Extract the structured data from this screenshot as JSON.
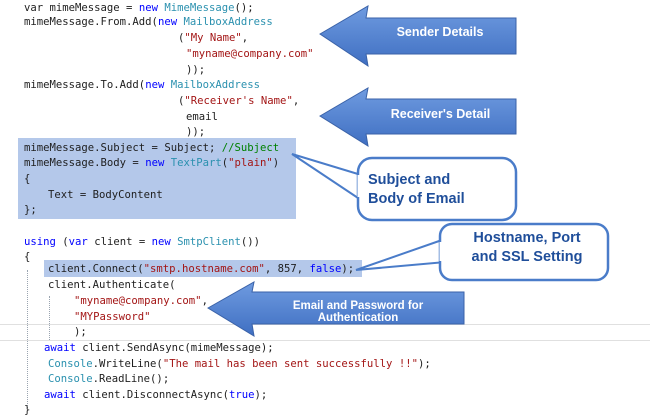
{
  "code": {
    "l01": {
      "a": "var mimeMessage = ",
      "b": "new ",
      "c": "MimeMessage",
      "d": "();"
    },
    "l02": {
      "a": "mimeMessage.From.Add(",
      "b": "new ",
      "c": "MailboxAddress"
    },
    "l03": {
      "a": "(",
      "b": "\"My Name\"",
      "c": ","
    },
    "l04": {
      "a": "\"myname@company.com\""
    },
    "l05": {
      "a": "));"
    },
    "l06": {
      "a": "mimeMessage.To.Add(",
      "b": "new ",
      "c": "MailboxAddress"
    },
    "l07": {
      "a": "(",
      "b": "\"Receiver's Name\"",
      "c": ","
    },
    "l08": {
      "a": "email"
    },
    "l09": {
      "a": "));"
    },
    "l10": {
      "a": "mimeMessage.Subject = Subject; ",
      "b": "//Subject"
    },
    "l11": {
      "a": "mimeMessage.Body = ",
      "b": "new ",
      "c": "TextPart",
      "d": "(",
      "e": "\"plain\"",
      "f": ")"
    },
    "l12": {
      "a": "{"
    },
    "l13": {
      "a": "Text = BodyContent"
    },
    "l14": {
      "a": "};"
    },
    "l15": {
      "a": "using ",
      "b": "(",
      "c": "var ",
      "d": "client = ",
      "e": "new ",
      "f": "SmtpClient",
      "g": "())"
    },
    "l16": {
      "a": "{"
    },
    "l17": {
      "a": "client.Connect(",
      "b": "\"smtp.hostname.com\"",
      "c": ", 857, ",
      "d": "false",
      "e": ");"
    },
    "l18": {
      "a": "client.Authenticate("
    },
    "l19": {
      "a": "\"myname@company.com\"",
      "b": ","
    },
    "l20": {
      "a": "\"MYPassword\""
    },
    "l21": {
      "a": ");"
    },
    "l22": {
      "a": "await ",
      "b": "client.SendAsync(mimeMessage);"
    },
    "l23": {
      "a": "Console",
      "b": ".WriteLine(",
      "c": "\"The mail has been sent successfully !!\"",
      "d": ");"
    },
    "l24": {
      "a": "Console",
      "b": ".ReadLine();"
    },
    "l25": {
      "a": "await ",
      "b": "client.DisconnectAsync(",
      "c": "true",
      "d": ");"
    },
    "l26": {
      "a": "}"
    }
  },
  "annotations": {
    "sender": "Sender Details",
    "receiver": "Receiver's Detail",
    "subject_line1": "Subject and",
    "subject_line2": "Body of Email",
    "host_line1": "Hostname, Port",
    "host_line2": "and SSL Setting",
    "auth": "Email and Password for Authentication"
  },
  "colors": {
    "keyword": "#0000ff",
    "type": "#2b91af",
    "string": "#a31515",
    "comment": "#008000",
    "highlight": "#b4c8ea",
    "arrow_fill": "#4f7fd0",
    "callout_text": "#1f4e9a"
  }
}
